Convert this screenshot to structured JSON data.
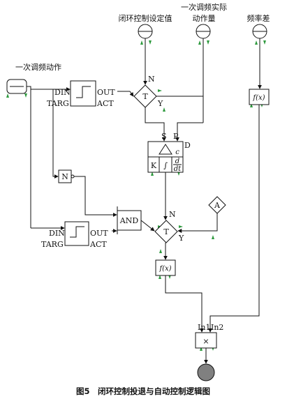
{
  "labels": {
    "closed_loop_setpoint": "闭环控制设定值",
    "actual_action_line1": "一次调频实际",
    "actual_action_line2": "动作量",
    "freq_error": "频率差",
    "primary_freq_action": "一次调频动作",
    "caption": "图5　闭环控制投退与自动控制逻辑图"
  },
  "blocks": {
    "timer1": {
      "din": "DIN",
      "targ": "TARG",
      "out": "OUT",
      "act": "ACT"
    },
    "timer2": {
      "din": "DIN",
      "targ": "TARG",
      "out": "OUT",
      "act": "ACT"
    },
    "t_switch1": {
      "label": "T",
      "n": "N",
      "y": "Y"
    },
    "t_switch2": {
      "label": "T",
      "n": "N",
      "y": "Y"
    },
    "pid": {
      "s": "S",
      "p": "P",
      "d": "D",
      "k": "K",
      "c": "c",
      "d_num": "d",
      "d_den": "dt"
    },
    "not_gate": "N",
    "and_gate": "AND",
    "const_a": "A",
    "func1": "f(x)",
    "func2": "f(x)",
    "multiplier": {
      "in1": "In1",
      "in2": "In2",
      "symbol": "×"
    }
  }
}
